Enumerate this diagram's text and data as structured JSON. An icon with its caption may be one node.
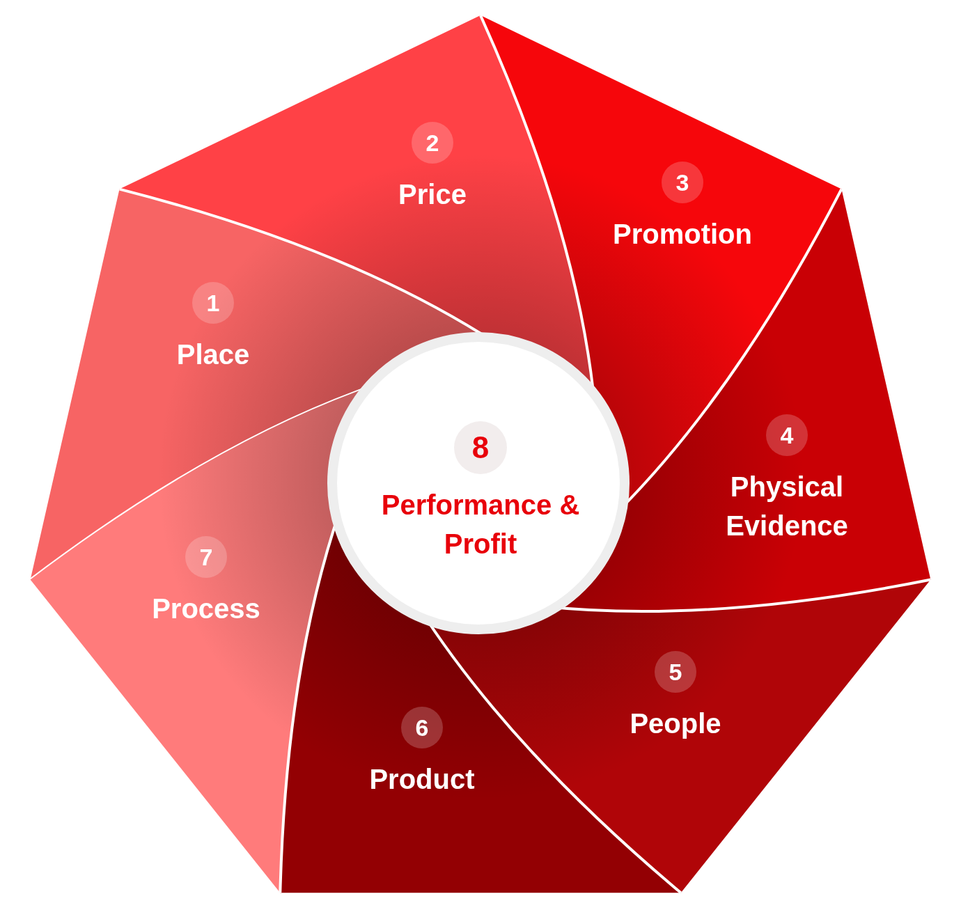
{
  "diagram": {
    "nodes": [
      {
        "text": [
          "1",
          "Place"
        ]
      },
      {
        "text": [
          "2",
          "Price"
        ]
      },
      {
        "text": [
          "3",
          "Promotion"
        ]
      },
      {
        "text": [
          "4",
          "Physical Evidence"
        ]
      },
      {
        "text": [
          "5",
          "People"
        ]
      },
      {
        "text": [
          "6",
          "Product"
        ]
      },
      {
        "text": [
          "7",
          "Process"
        ]
      },
      {
        "text": [
          "8",
          "Performance & Profit"
        ]
      }
    ]
  }
}
